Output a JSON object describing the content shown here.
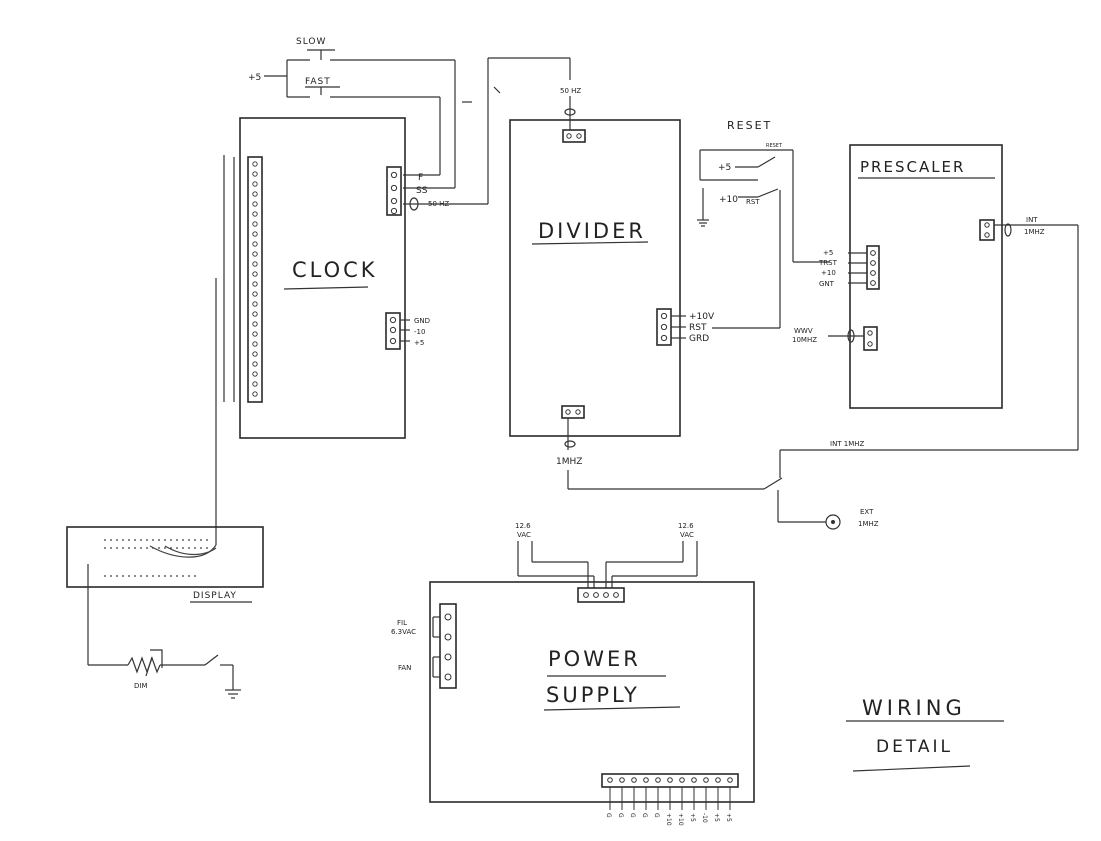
{
  "clock": {
    "title": "CLOCK",
    "top_terminals": [
      "F",
      "SS",
      "50 HZ"
    ],
    "power_terminals": [
      "GND",
      "-10",
      "+5"
    ]
  },
  "divider": {
    "title": "DIVIDER",
    "input_label": "50 HZ",
    "power_terminals": [
      "+10V",
      "RST",
      "GRD"
    ],
    "output_label": "1MHZ"
  },
  "prescaler": {
    "title": "PRESCALER",
    "power_terminals": [
      "+5",
      "TRST",
      "+10",
      "GNT"
    ],
    "int_label": [
      "INT",
      "1MHZ"
    ],
    "wwv_label": [
      "WWV",
      "10MHZ"
    ]
  },
  "switches": {
    "slow": "SLOW",
    "fast": "FAST",
    "supply": "+5",
    "reset": "RESET",
    "reset_small": "RESET",
    "reset_plus5": "+5",
    "reset_plus10": "+10",
    "reset_rst": "RST"
  },
  "selector": {
    "int_label": "INT 1MHZ",
    "ext_label": [
      "EXT",
      "1MHZ"
    ]
  },
  "display": {
    "title": "DISPLAY",
    "dim": "DIM"
  },
  "power_supply": {
    "title_line1": "POWER",
    "title_line2": "SUPPLY",
    "vac_left": [
      "12.6",
      "VAC"
    ],
    "vac_right": [
      "12.6",
      "VAC"
    ],
    "fil_label": [
      "FIL",
      "6.3VAC"
    ],
    "fan_label": "FAN",
    "bottom_terminals": [
      "G",
      "G",
      "G",
      "G",
      "G",
      "+10",
      "+10",
      "+5",
      "-10",
      "+5",
      "+5"
    ]
  },
  "caption": {
    "line1": "WIRING",
    "line2": "DETAIL"
  }
}
